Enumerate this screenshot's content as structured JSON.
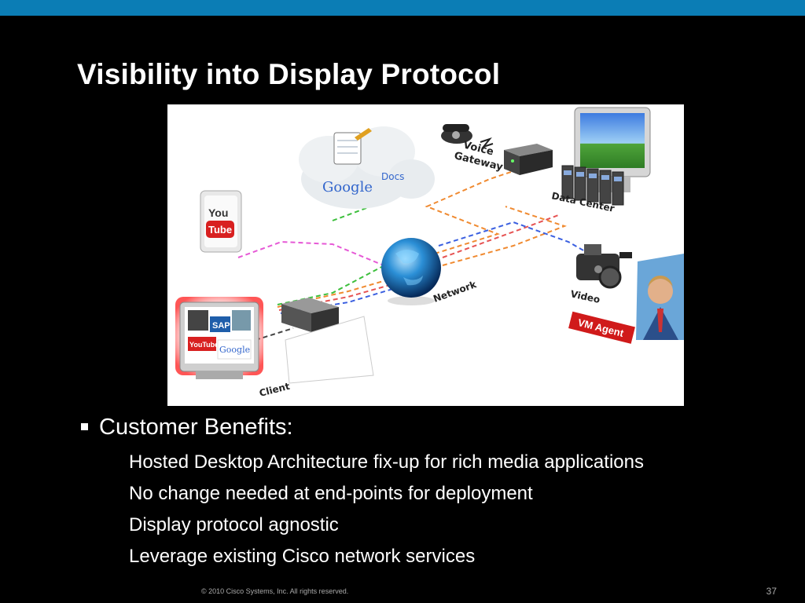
{
  "slide": {
    "title": "Visibility into Display Protocol",
    "bullet": "Customer Benefits:",
    "sub_bullets": [
      "Hosted Desktop Architecture fix-up for rich media applications",
      "No change needed at end-points for deployment",
      "Display protocol agnostic",
      "Leverage existing Cisco network services"
    ],
    "footer": "© 2010 Cisco Systems, Inc. All rights reserved.",
    "page_number": "37"
  },
  "diagram": {
    "labels": {
      "google": "Google",
      "docs": "Docs",
      "you": "You",
      "tube": "Tube",
      "voice": "Voice",
      "gateway": "Gateway",
      "data_center": "Data Center",
      "network": "Network",
      "video": "Video",
      "vm_agent": "VM Agent",
      "client": "Client",
      "sap": "SAP",
      "client_youtube": "YouTube",
      "client_google": "Google"
    }
  }
}
